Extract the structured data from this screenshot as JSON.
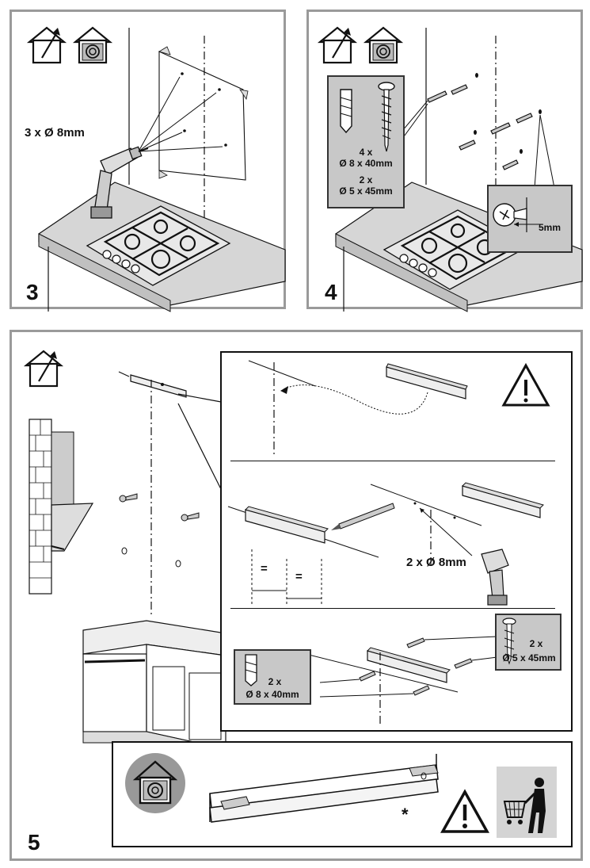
{
  "step3": {
    "number": "3",
    "drill_label": "3 x Ø 8mm",
    "icons": [
      "house-outlet-icon",
      "house-recirculation-icon"
    ]
  },
  "step4": {
    "number": "4",
    "plug_qty": "4 x",
    "plug_size": "Ø 8 x 40mm",
    "screw_qty": "2 x",
    "screw_size": "Ø 5 x 45mm",
    "gap_label": "5mm",
    "icons": [
      "house-outlet-icon",
      "house-recirculation-icon"
    ]
  },
  "step5": {
    "number": "5",
    "drill_label": "2 x Ø 8mm",
    "equal_mark_1": "=",
    "equal_mark_2": "=",
    "screw_qty": "2 x",
    "screw_size": "Ø 5 x 45mm",
    "plug_qty": "2 x",
    "plug_size": "Ø 8 x 40mm",
    "asterisk": "*",
    "icons": [
      "house-outlet-icon",
      "house-recirculation-icon",
      "warning-icon",
      "shopping-trolley-icon"
    ]
  },
  "colors": {
    "panel_border": "#9a9a9a",
    "callout_fill": "#c8c8c8",
    "countertop": "#d9d9d9"
  }
}
